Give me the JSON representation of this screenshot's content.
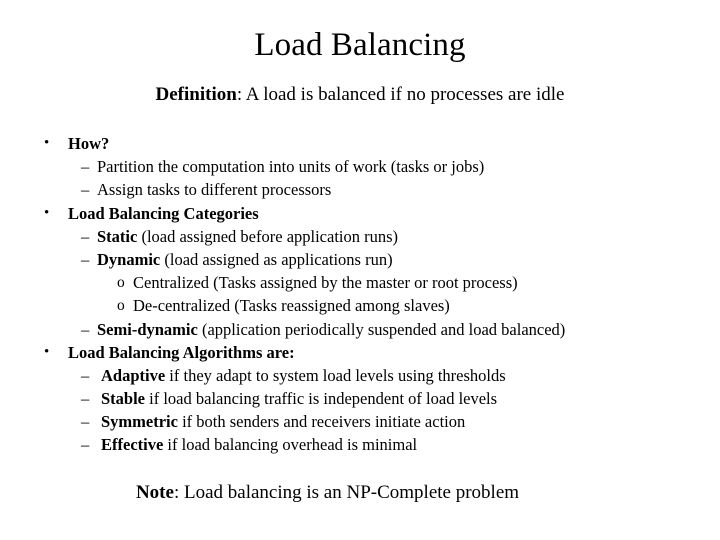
{
  "slide": {
    "title": "Load Balancing",
    "definition": {
      "lead": "Definition",
      "rest": ": A load is balanced if no processes are idle"
    },
    "note": {
      "lead": "Note",
      "rest": ": Load balancing is an NP-Complete problem"
    },
    "markers": {
      "level1": "•",
      "level2": "–",
      "level3": "o"
    },
    "lines": [
      {
        "level": 1,
        "bold": "How?",
        "rest": ""
      },
      {
        "level": 2,
        "bold": "",
        "rest": "Partition the computation into units of work (tasks or jobs)"
      },
      {
        "level": 2,
        "bold": "",
        "rest": "Assign tasks to different processors"
      },
      {
        "level": 1,
        "bold": "Load Balancing Categories",
        "rest": ""
      },
      {
        "level": 2,
        "bold": "Static",
        "rest": " (load assigned before application runs)"
      },
      {
        "level": 2,
        "bold": "Dynamic",
        "rest": " (load assigned as applications run)"
      },
      {
        "level": 3,
        "bold": "",
        "rest": "Centralized (Tasks assigned by the master or root process)"
      },
      {
        "level": 3,
        "bold": "",
        "rest": "De-centralized (Tasks reassigned among slaves)"
      },
      {
        "level": 2,
        "bold": "Semi-dynamic",
        "rest": " (application periodically suspended and load balanced)"
      },
      {
        "level": 1,
        "bold": "Load Balancing Algorithms are:",
        "rest": ""
      },
      {
        "level": 22,
        "bold": "Adaptive",
        "rest": " if they adapt to system load levels using thresholds"
      },
      {
        "level": 22,
        "bold": "Stable",
        "rest": " if load balancing traffic is independent of load levels"
      },
      {
        "level": 22,
        "bold": "Symmetric",
        "rest": " if both senders and receivers initiate action"
      },
      {
        "level": 22,
        "bold": "Effective",
        "rest": " if load balancing overhead is minimal"
      }
    ],
    "colors": {
      "text": "#000000",
      "background": "#ffffff"
    }
  }
}
